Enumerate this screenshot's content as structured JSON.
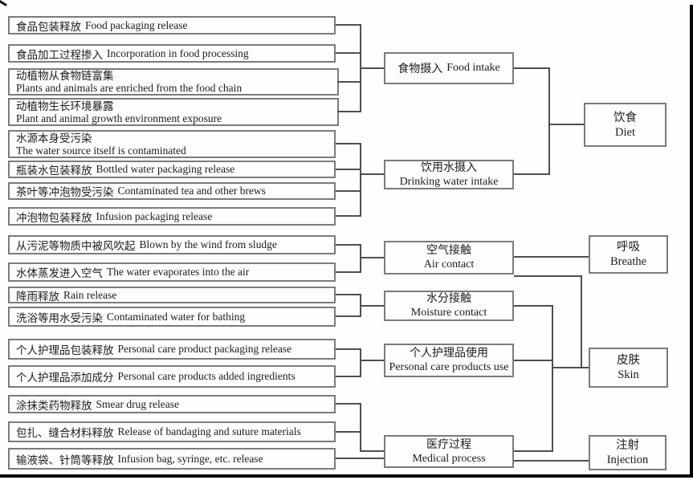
{
  "diagram": {
    "sources": [
      {
        "cn": "食品包装释放",
        "en": "Food packaging release"
      },
      {
        "cn": "食品加工过程掺入",
        "en": "Incorporation in food processing"
      },
      {
        "cn": "动植物从食物链富集",
        "en": "Plants and animals are enriched from the food chain"
      },
      {
        "cn": "动植物生长环境暴露",
        "en": "Plant and animal growth environment exposure"
      },
      {
        "cn": "水源本身受污染",
        "en": "The water source itself is contaminated"
      },
      {
        "cn": "瓶装水包装释放",
        "en": "Bottled water packaging release"
      },
      {
        "cn": "茶叶等冲泡物受污染",
        "en": "Contaminated tea and other brews"
      },
      {
        "cn": "冲泡物包装释放",
        "en": "Infusion packaging release"
      },
      {
        "cn": "从污泥等物质中被风吹起",
        "en": "Blown by the wind from sludge"
      },
      {
        "cn": "水体蒸发进入空气",
        "en": "The water evaporates into the air"
      },
      {
        "cn": "降雨释放",
        "en": "Rain release"
      },
      {
        "cn": "洗浴等用水受污染",
        "en": "Contaminated water for bathing"
      },
      {
        "cn": "个人护理品包装释放",
        "en": "Personal care product packaging release"
      },
      {
        "cn": "个人护理品添加成分",
        "en": "Personal care products added ingredients"
      },
      {
        "cn": "涂抹类药物释放",
        "en": "Smear drug release"
      },
      {
        "cn": "包扎、缝合材料释放",
        "en": "Release of bandaging and suture materials"
      },
      {
        "cn": "输液袋、针筒等释放",
        "en": "Infusion bag, syringe, etc. release"
      }
    ],
    "pathways": [
      {
        "cn": "食物摄入",
        "en": "Food intake"
      },
      {
        "cn": "饮用水摄入",
        "en": "Drinking water intake"
      },
      {
        "cn": "空气接触",
        "en": "Air contact"
      },
      {
        "cn": "水分接触",
        "en": "Moisture contact"
      },
      {
        "cn": "个人护理品使用",
        "en": "Personal care products use"
      },
      {
        "cn": "医疗过程",
        "en": "Medical process"
      }
    ],
    "routes": [
      {
        "cn": "饮食",
        "en": "Diet"
      },
      {
        "cn": "呼吸",
        "en": "Breathe"
      },
      {
        "cn": "皮肤",
        "en": "Skin"
      },
      {
        "cn": "注射",
        "en": "Injection"
      }
    ],
    "colors": {
      "box_border": "#7b7b7b",
      "connector": "#4f4f4f",
      "frame": "#050505",
      "text": "#1c1c1c"
    }
  }
}
